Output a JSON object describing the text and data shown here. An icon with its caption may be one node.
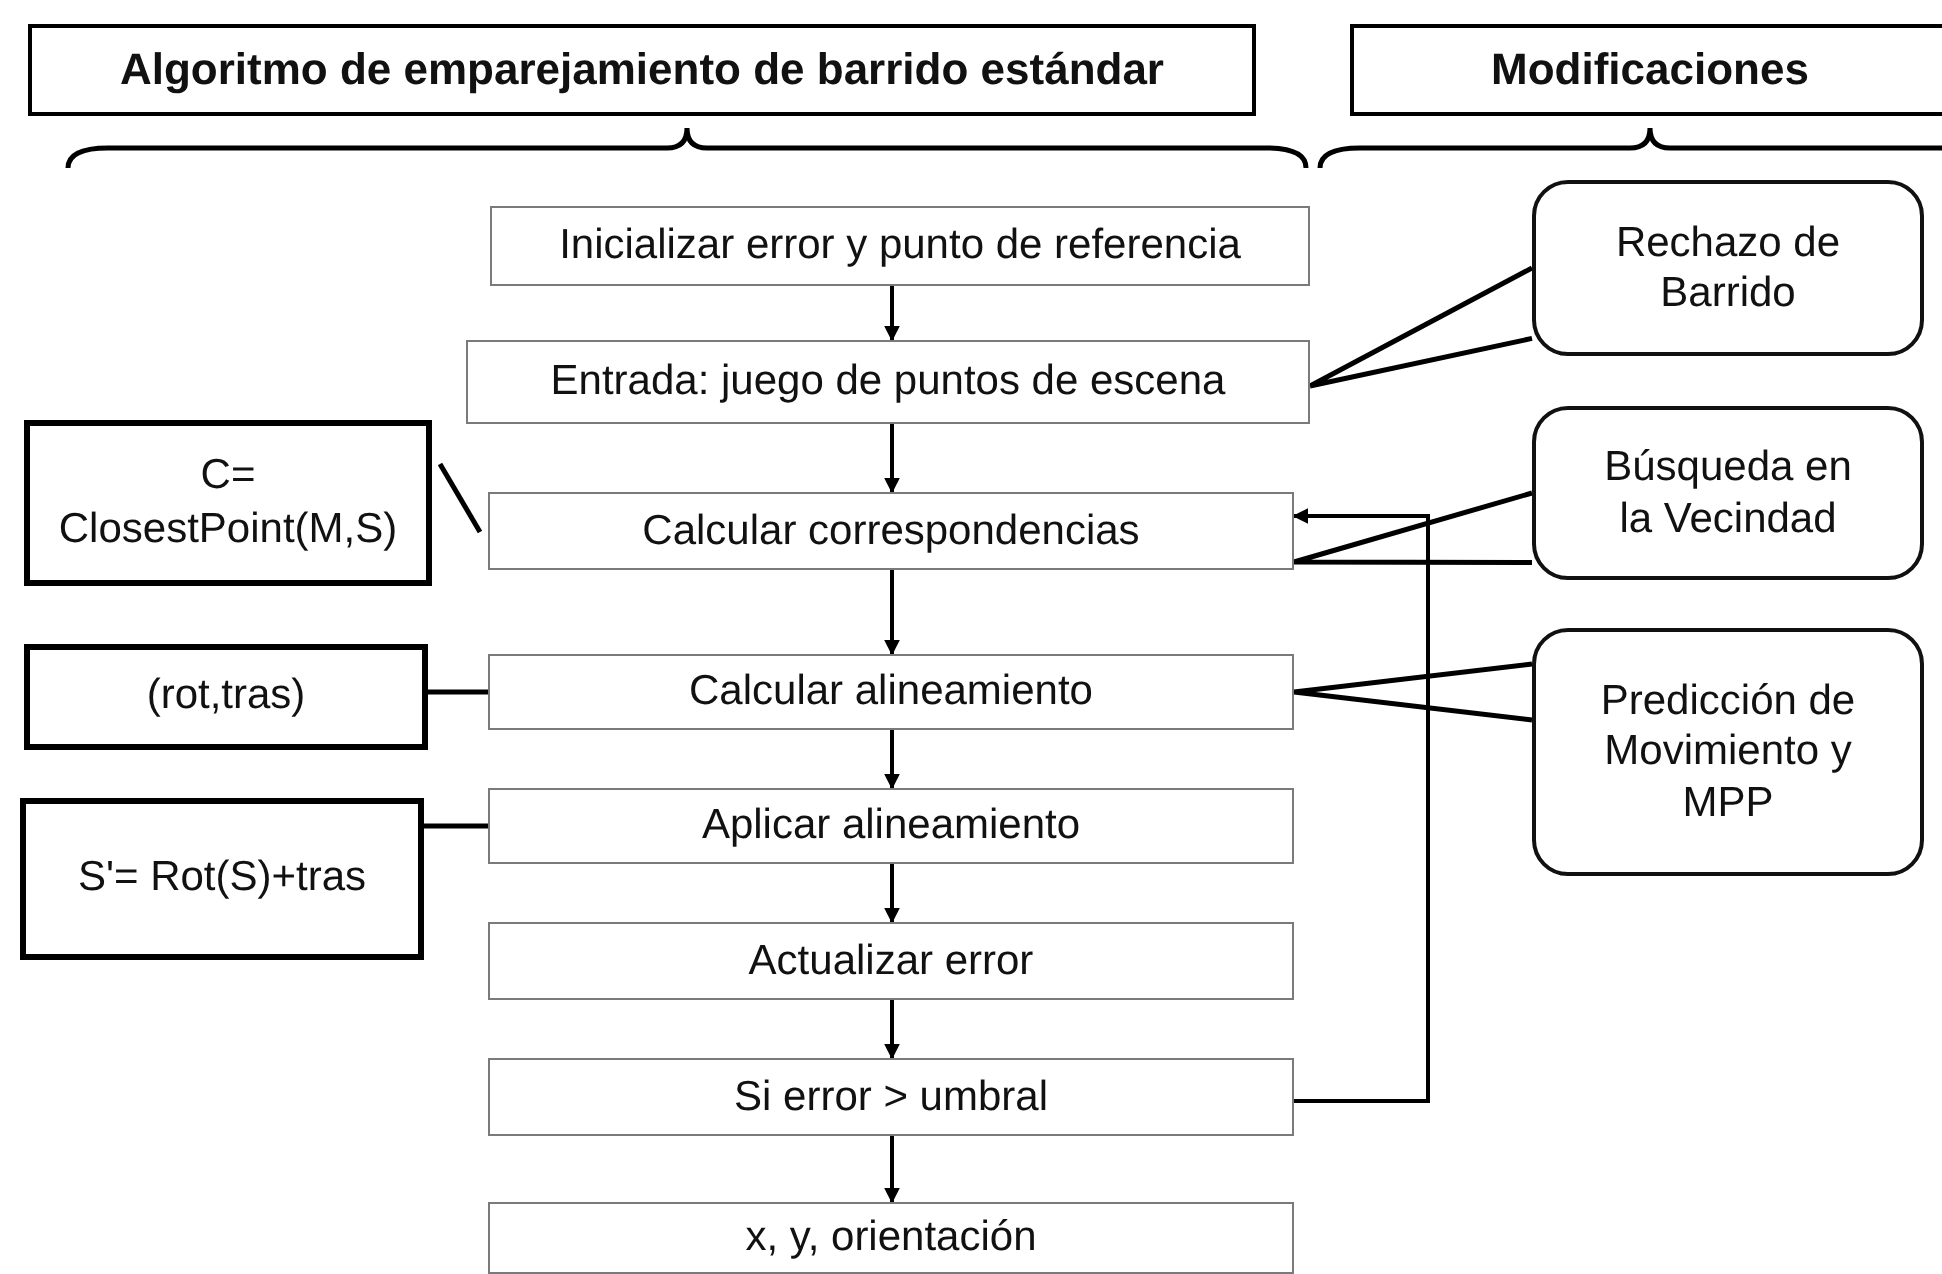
{
  "diagram": {
    "nodes": [
      {
        "text": [
          "Algoritmo de emparejamiento de barrido estándar"
        ]
      },
      {
        "text": [
          "Modificaciones"
        ]
      },
      {
        "text": [
          "Inicializar error y punto de referencia"
        ]
      },
      {
        "text": [
          "Entrada: juego de puntos de escena"
        ]
      },
      {
        "text": [
          "Rechazo de Barrido"
        ]
      },
      {
        "text": [
          "C= ClosestPoint(M,S)"
        ]
      },
      {
        "text": [
          "Calcular correspondencias"
        ]
      },
      {
        "text": [
          "Búsqueda en la Vecindad"
        ]
      },
      {
        "text": [
          "(rot,tras)"
        ]
      },
      {
        "text": [
          "Calcular alineamiento"
        ]
      },
      {
        "text": [
          "Predicción de Movimiento y MPP"
        ]
      },
      {
        "text": [
          "S'= Rot(S)+tras"
        ]
      },
      {
        "text": [
          "Aplicar alineamiento"
        ]
      },
      {
        "text": [
          "Actualizar error"
        ]
      },
      {
        "text": [
          "Si error > umbral"
        ]
      },
      {
        "text": [
          "x, y, orientación"
        ]
      }
    ],
    "edges": [
      {
        "from": 2,
        "to": 3,
        "arrow": "to"
      },
      {
        "from": 3,
        "to": 6,
        "arrow": "to"
      },
      {
        "from": 6,
        "to": 9,
        "arrow": "to"
      },
      {
        "from": 9,
        "to": 12,
        "arrow": "to"
      },
      {
        "from": 12,
        "to": 13,
        "arrow": "to"
      },
      {
        "from": 13,
        "to": 14,
        "arrow": "to"
      },
      {
        "from": 14,
        "to": 15,
        "arrow": "to"
      },
      {
        "from": 14,
        "to": 6,
        "arrow": "to"
      },
      {
        "from": 4,
        "to": 3,
        "arrow": "none"
      },
      {
        "from": 7,
        "to": 6,
        "arrow": "none"
      },
      {
        "from": 10,
        "to": 9,
        "arrow": "none"
      },
      {
        "from": 5,
        "to": 6,
        "arrow": "none"
      },
      {
        "from": 8,
        "to": 9,
        "arrow": "none"
      },
      {
        "from": 11,
        "to": 12,
        "arrow": "none"
      }
    ]
  }
}
